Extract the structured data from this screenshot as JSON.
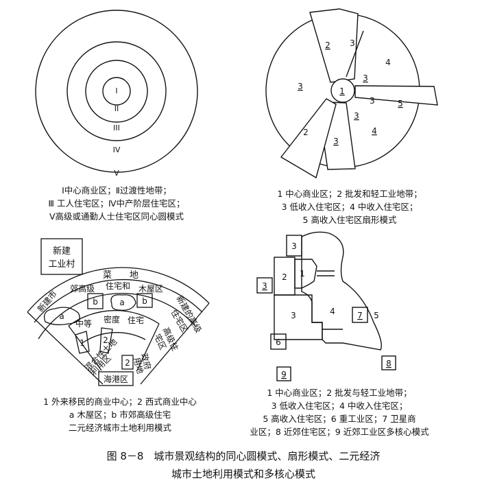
{
  "concentric": {
    "ring_labels": [
      "I",
      "II",
      "III",
      "IV",
      "V"
    ],
    "caption": [
      "Ⅰ中心商业区；Ⅱ过渡性地带；",
      "Ⅲ 工人住宅区；Ⅳ中产阶层住宅区；",
      "Ⅴ高级或通勤人士住宅区同心圆模式"
    ]
  },
  "sector": {
    "labels": [
      "1",
      "2",
      "2",
      "3",
      "3",
      "3",
      "3",
      "3",
      "3",
      "4",
      "4",
      "5"
    ],
    "caption": [
      "1 中心商业区；2 批发和轻工业地带；",
      "3 低收入住宅区；4 中收入住宅区；",
      "5 高收入住宅区扇形模式"
    ]
  },
  "dual": {
    "new_industry": [
      "新建",
      "工业村"
    ],
    "vegetable": "菜　　地",
    "new_residential": [
      "新建的高级",
      "住宅区"
    ],
    "suburb_label_a": "新建市",
    "suburb_label_b": "郊高级",
    "suburb_label_c": "住宅和",
    "suburb_label_d": "木屋区",
    "mark_a": "a",
    "mark_b": "b",
    "mid_a": "中等",
    "mid_b": "密度",
    "mid_c": "住宅",
    "high_res": [
      "高级住",
      "宅区"
    ],
    "mixed": [
      "混合性土地",
      "利用区"
    ],
    "gov": [
      "政府",
      "用地"
    ],
    "num1": "1",
    "num2": "2",
    "harbor": "海港区",
    "caption": [
      "1 外来移民的商业中心；2 西式商业中心",
      "a 木屋区；b 市郊高级住宅",
      "二元经济城市土地利用模式"
    ]
  },
  "multi": {
    "labels": [
      "1",
      "2",
      "3",
      "3",
      "3",
      "4",
      "5",
      "6",
      "7",
      "8",
      "9"
    ],
    "caption": [
      "1 中心商业区；2 批发与轻工业地带；",
      "3 低收入住宅区；4 中收入住宅区；",
      "5 高收入住宅区；6 重工业区；7 卫星商",
      "业区；8 近郊住宅区；9 近郊工业区多核心模式"
    ]
  },
  "figure_caption": [
    "图 8－8　城市景观结构的同心圆模式、扇形模式、二元经济",
    "城市土地利用模式和多核心模式"
  ]
}
